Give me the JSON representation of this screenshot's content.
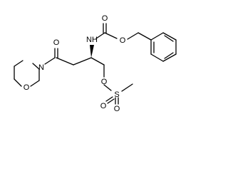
{
  "molecule": {
    "atoms": {
      "carbonyl_o_amide": "O",
      "morpholine_n": "N",
      "morpholine_o": "O",
      "nh_label": "NH",
      "carbamate_o_double": "O",
      "carbamate_o_ester": "O",
      "mesylate_o_ester": "O",
      "sulfur": "S",
      "sulfonyl_o_left": "O",
      "sulfonyl_o_right": "O"
    },
    "colors": {
      "bond": "#000000",
      "text": "#000000",
      "background": "#ffffff"
    }
  }
}
